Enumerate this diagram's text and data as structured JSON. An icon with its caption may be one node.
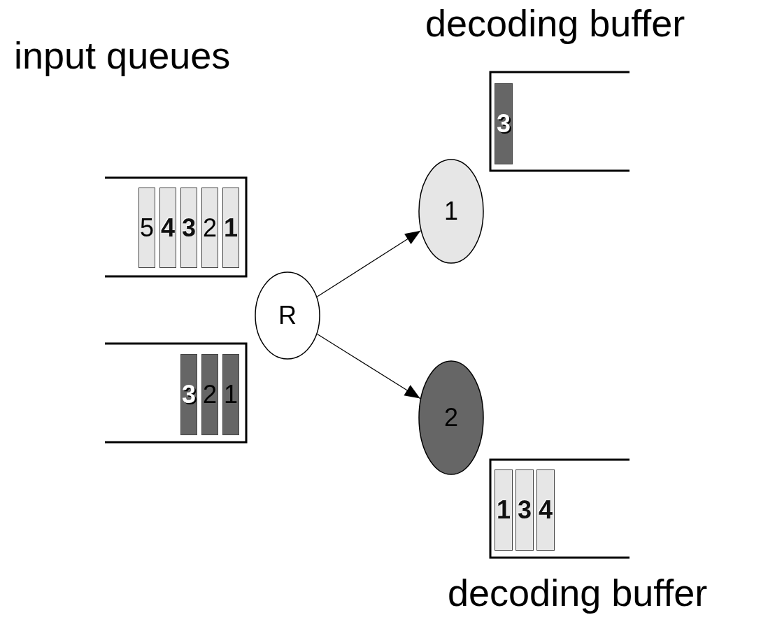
{
  "diagram": {
    "nodes": [
      {
        "text": [
          "decoding buffer"
        ]
      },
      {
        "text": [
          "3"
        ],
        "in": 0
      },
      {
        "text": [],
        "shape": "box"
      },
      {
        "text": [
          "5"
        ],
        "in": 2
      },
      {
        "text": [
          "4"
        ],
        "in": 2
      },
      {
        "text": [
          "3"
        ],
        "in": 2
      },
      {
        "text": [
          "2"
        ],
        "in": 2
      },
      {
        "text": [
          "1"
        ],
        "in": 2
      },
      {
        "text": [
          "1"
        ]
      },
      {
        "text": [
          "R"
        ]
      },
      {
        "text": [],
        "shape": "box"
      },
      {
        "text": [
          "3"
        ],
        "in": 10
      },
      {
        "text": [
          "2"
        ],
        "in": 10
      },
      {
        "text": [
          "1"
        ],
        "in": 10
      },
      {
        "text": [
          "2"
        ]
      },
      {
        "text": [
          "decoding buffer"
        ]
      },
      {
        "text": [
          "1"
        ],
        "in": 15
      },
      {
        "text": [
          "3"
        ],
        "in": 15
      },
      {
        "text": [
          "4"
        ],
        "in": 15
      }
    ],
    "edges": [
      {
        "from": 9,
        "to": 8,
        "arrow": "to"
      },
      {
        "from": 9,
        "to": 14,
        "arrow": "to"
      }
    ],
    "labels": [
      "input queues"
    ]
  }
}
